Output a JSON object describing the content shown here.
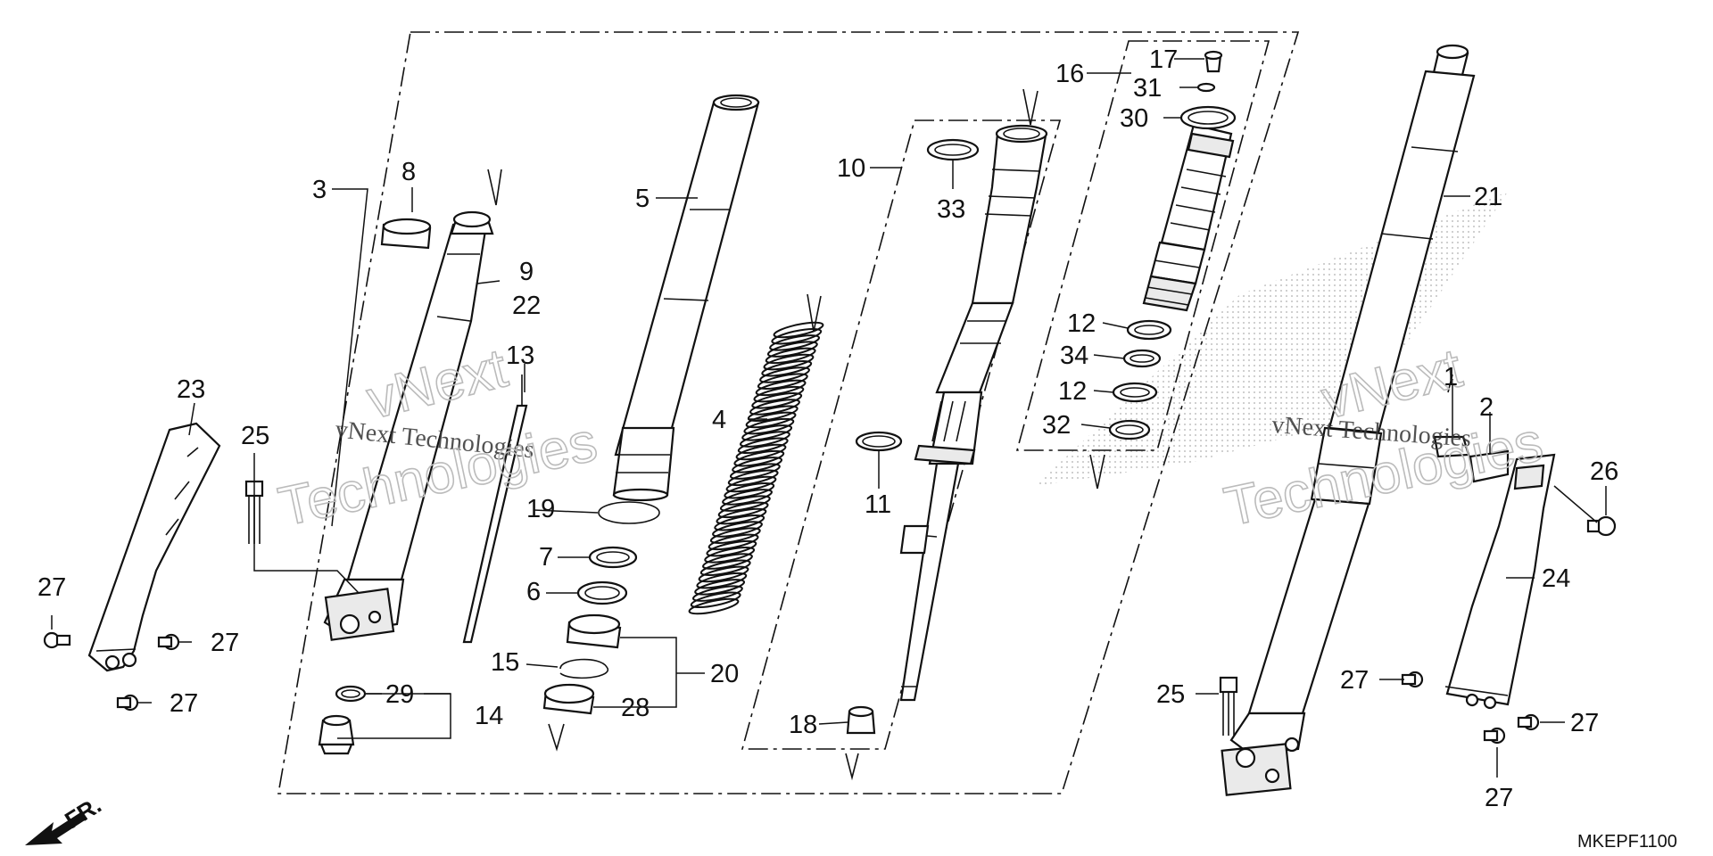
{
  "diagram": {
    "code": "MKEPF1100",
    "front_marker": "FR.",
    "watermarks": [
      "vNext Technologies",
      "Technologies",
      "vNext",
      "vNext Technologies",
      "Technologies",
      "vNext"
    ]
  },
  "callouts": [
    {
      "id": "3",
      "text": "3"
    },
    {
      "id": "8",
      "text": "8"
    },
    {
      "id": "9",
      "text": "9"
    },
    {
      "id": "22",
      "text": "22"
    },
    {
      "id": "13",
      "text": "13"
    },
    {
      "id": "23",
      "text": "23"
    },
    {
      "id": "25a",
      "text": "25"
    },
    {
      "id": "27a",
      "text": "27"
    },
    {
      "id": "27b",
      "text": "27"
    },
    {
      "id": "27c",
      "text": "27"
    },
    {
      "id": "29",
      "text": "29"
    },
    {
      "id": "14",
      "text": "14"
    },
    {
      "id": "5",
      "text": "5"
    },
    {
      "id": "19",
      "text": "19"
    },
    {
      "id": "7",
      "text": "7"
    },
    {
      "id": "6",
      "text": "6"
    },
    {
      "id": "15",
      "text": "15"
    },
    {
      "id": "28",
      "text": "28"
    },
    {
      "id": "20",
      "text": "20"
    },
    {
      "id": "4",
      "text": "4"
    },
    {
      "id": "10",
      "text": "10"
    },
    {
      "id": "33",
      "text": "33"
    },
    {
      "id": "11",
      "text": "11"
    },
    {
      "id": "18",
      "text": "18"
    },
    {
      "id": "16",
      "text": "16"
    },
    {
      "id": "17",
      "text": "17"
    },
    {
      "id": "31",
      "text": "31"
    },
    {
      "id": "30",
      "text": "30"
    },
    {
      "id": "12a",
      "text": "12"
    },
    {
      "id": "34",
      "text": "34"
    },
    {
      "id": "12b",
      "text": "12"
    },
    {
      "id": "32",
      "text": "32"
    },
    {
      "id": "21",
      "text": "21"
    },
    {
      "id": "2",
      "text": "2"
    },
    {
      "id": "1",
      "text": "1"
    },
    {
      "id": "26",
      "text": "26"
    },
    {
      "id": "24",
      "text": "24"
    },
    {
      "id": "25b",
      "text": "25"
    },
    {
      "id": "27d",
      "text": "27"
    },
    {
      "id": "27e",
      "text": "27"
    },
    {
      "id": "27f",
      "text": "27"
    }
  ]
}
